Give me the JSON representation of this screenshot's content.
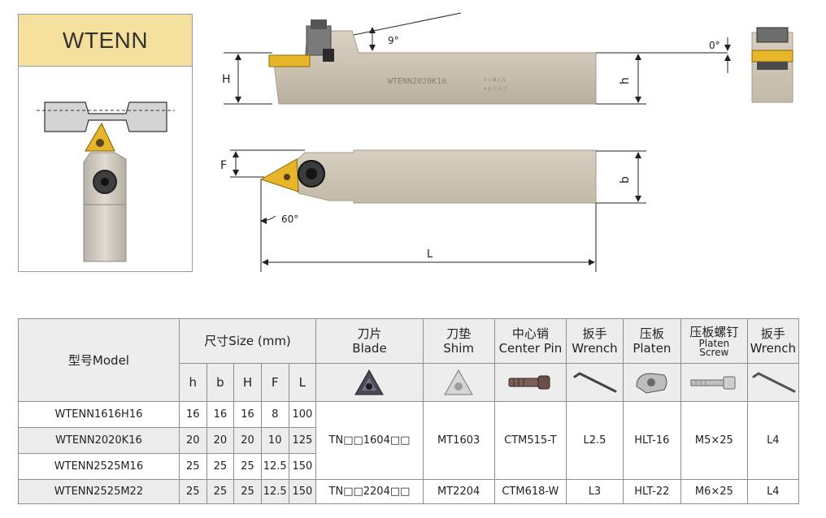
{
  "card": {
    "title": "WTENN"
  },
  "drawing_labels": {
    "angle_top": "9°",
    "angle_side": "0°",
    "angle_bottom": "60°",
    "H": "H",
    "h": "h",
    "F": "F",
    "b": "b",
    "L": "L",
    "engraving": "WTENN2020K16"
  },
  "table": {
    "headers": {
      "model": "型号Model",
      "size": "尺寸Size (mm)",
      "blade_cn": "刀片",
      "blade_en": "Blade",
      "shim_cn": "刀垫",
      "shim_en": "Shim",
      "pin_cn": "中心销",
      "pin_en": "Center Pin",
      "wrench_cn": "扳手",
      "wrench_en": "Wrench",
      "platen_cn": "压板",
      "platen_en": "Platen",
      "screw_cn": "压板螺钉",
      "screw_en1": "Platen",
      "screw_en2": "Screw",
      "wrench2_cn": "扳手",
      "wrench2_en": "Wrench",
      "dims": [
        "h",
        "b",
        "H",
        "F",
        "L"
      ]
    },
    "rows": [
      {
        "model": "WTENN1616H16",
        "h": "16",
        "b": "16",
        "H": "16",
        "F": "8",
        "L": "100"
      },
      {
        "model": "WTENN2020K16",
        "h": "20",
        "b": "20",
        "H": "20",
        "F": "10",
        "L": "125"
      },
      {
        "model": "WTENN2525M16",
        "h": "25",
        "b": "25",
        "H": "25",
        "F": "12.5",
        "L": "150"
      },
      {
        "model": "WTENN2525M22",
        "h": "25",
        "b": "25",
        "H": "25",
        "F": "12.5",
        "L": "150"
      }
    ],
    "group1": {
      "blade": "TN□□1604□□",
      "shim": "MT1603",
      "pin": "CTM515-T",
      "wrench": "L2.5",
      "platen": "HLT-16",
      "screw": "M5×25",
      "wrench2": "L4"
    },
    "group2": {
      "blade": "TN□□2204□□",
      "shim": "MT2204",
      "pin": "CTM618-W",
      "wrench": "L3",
      "platen": "HLT-22",
      "screw": "M6×25",
      "wrench2": "L4"
    }
  },
  "colors": {
    "header_bg": "#f5df9c",
    "tool_body": "#cdc3b3",
    "insert": "#e7b52a"
  }
}
